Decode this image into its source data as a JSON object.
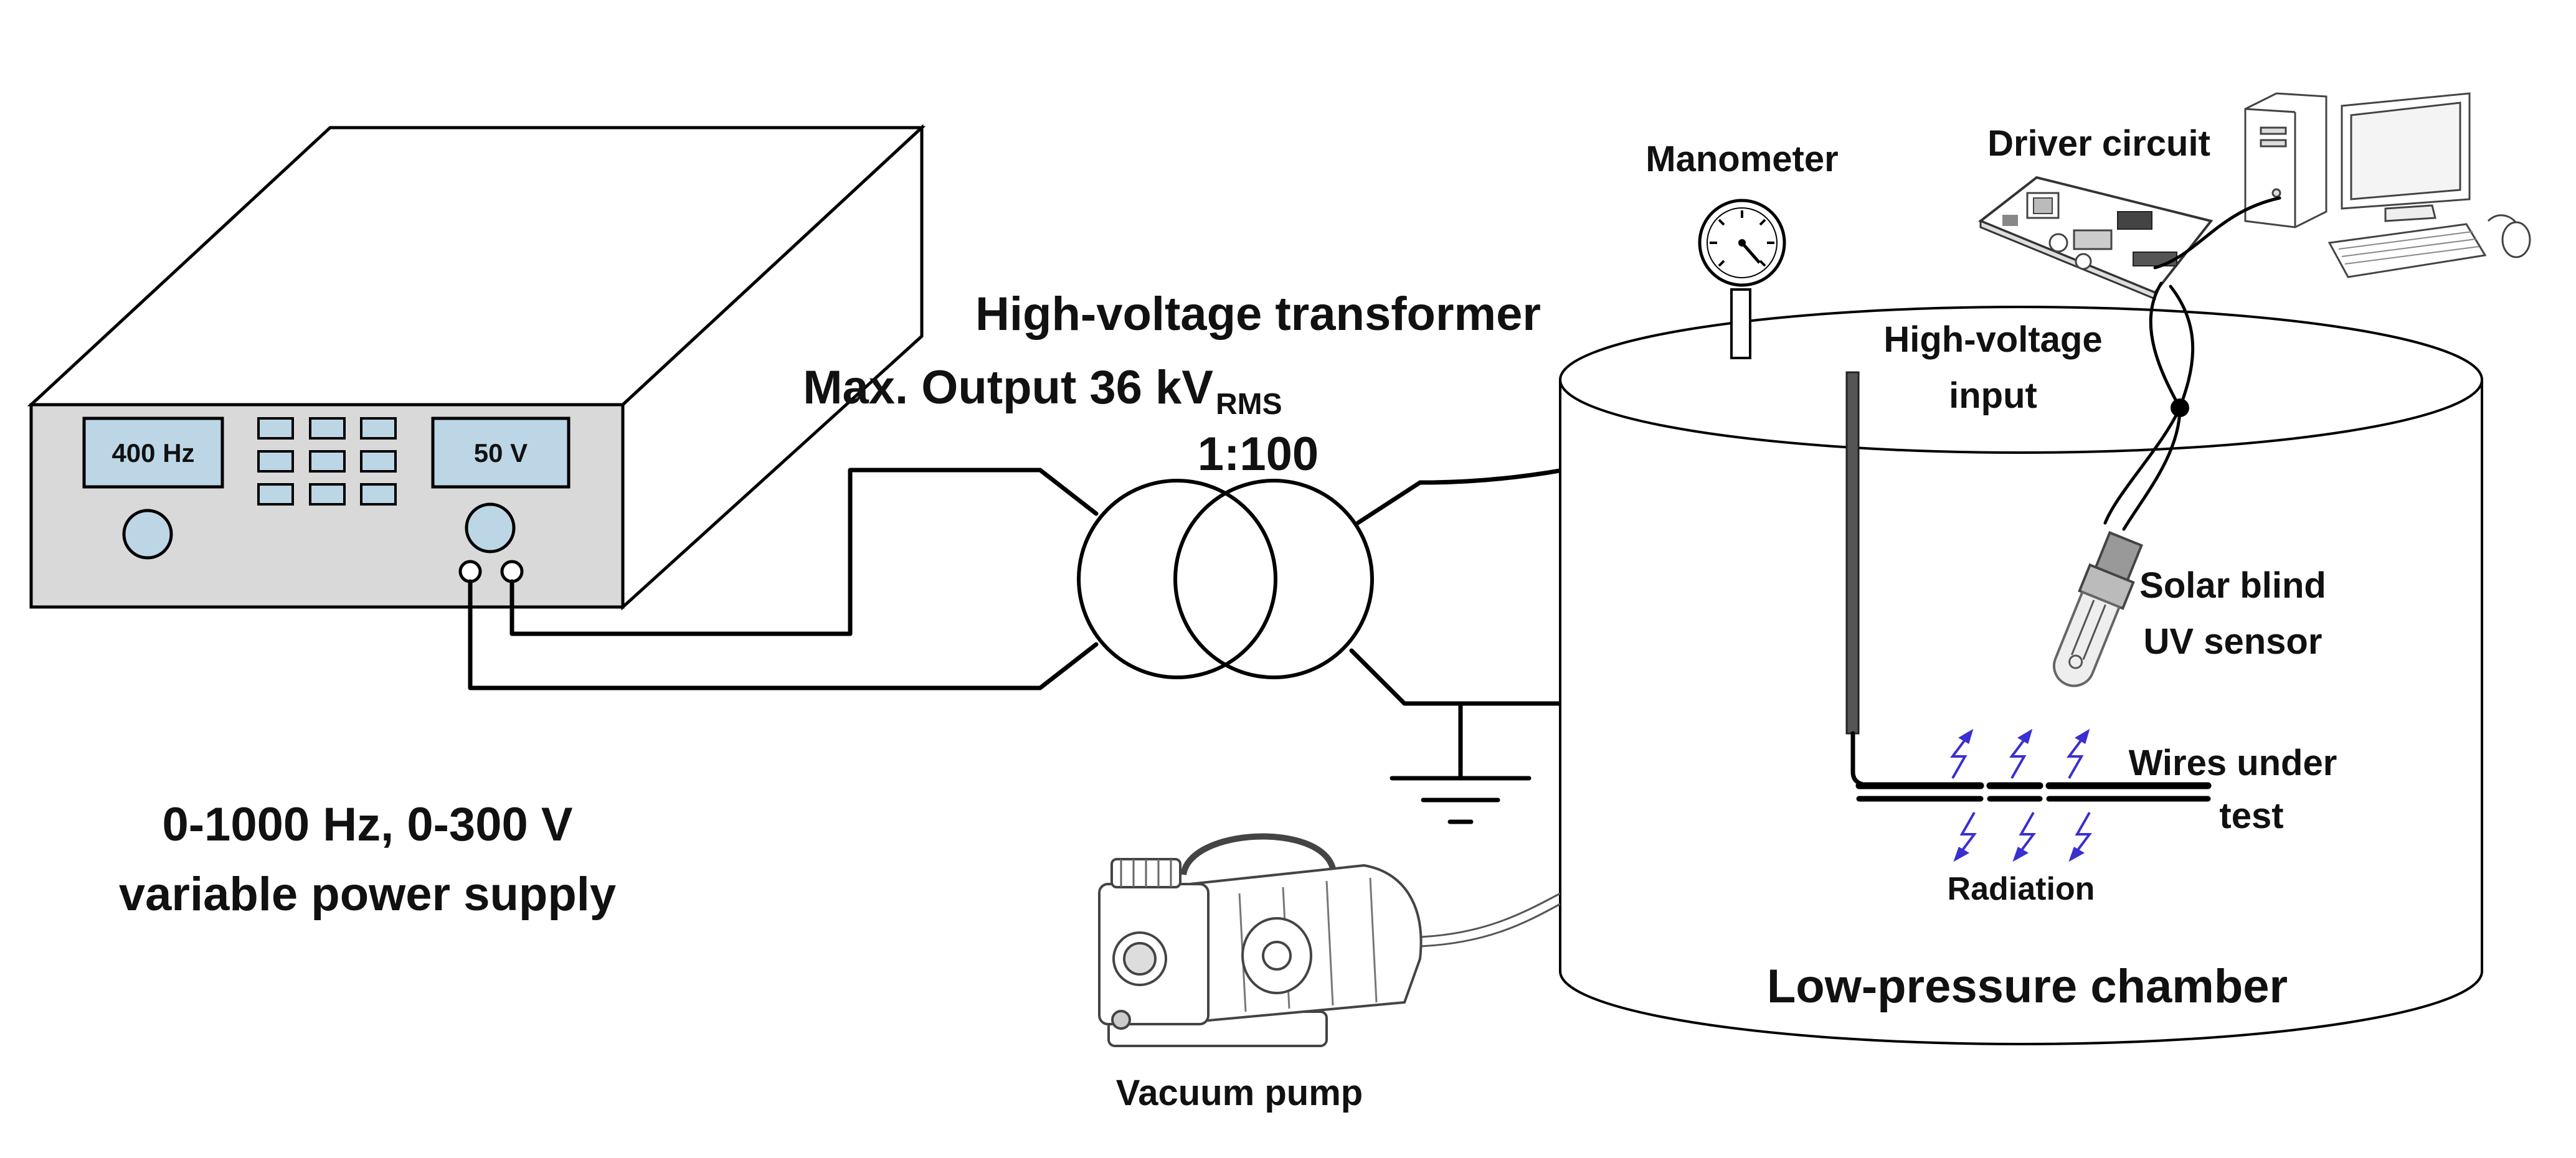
{
  "power_supply": {
    "display_left": "400 Hz",
    "display_right": "50 V",
    "caption_line1": "0-1000 Hz, 0-300 V",
    "caption_line2": "variable power supply"
  },
  "transformer": {
    "title": "High-voltage transformer",
    "output_prefix": "Max. Output 36 kV",
    "output_subscript": "RMS",
    "ratio": "1:100"
  },
  "labels": {
    "manometer": "Manometer",
    "driver_circuit": "Driver circuit",
    "hv_input_line1": "High-voltage",
    "hv_input_line2": "input",
    "uv_sensor_line1": "Solar blind",
    "uv_sensor_line2": "UV sensor",
    "wires_line1": "Wires under",
    "wires_line2": "test",
    "radiation": "Radiation",
    "chamber": "Low-pressure chamber",
    "vacuum_pump": "Vacuum pump"
  },
  "colors": {
    "panel_fill": "#d9d9d9",
    "display_fill": "#bcd6e6",
    "radiation": "#3a2fd0"
  }
}
